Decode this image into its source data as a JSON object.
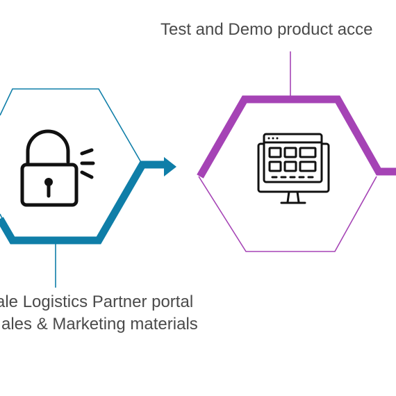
{
  "colors": {
    "blue": "#0f7ea8",
    "purple": "#a543b5",
    "icon": "#111111",
    "text": "#4a4a4a"
  },
  "steps": [
    {
      "icon": "unlocked-padlock-icon",
      "label_lines": [
        "ale Logistics Partner portal",
        "ales & Marketing materials"
      ]
    },
    {
      "icon": "monitor-dashboard-icon",
      "label_lines": [
        "Test and Demo product acce"
      ]
    }
  ]
}
